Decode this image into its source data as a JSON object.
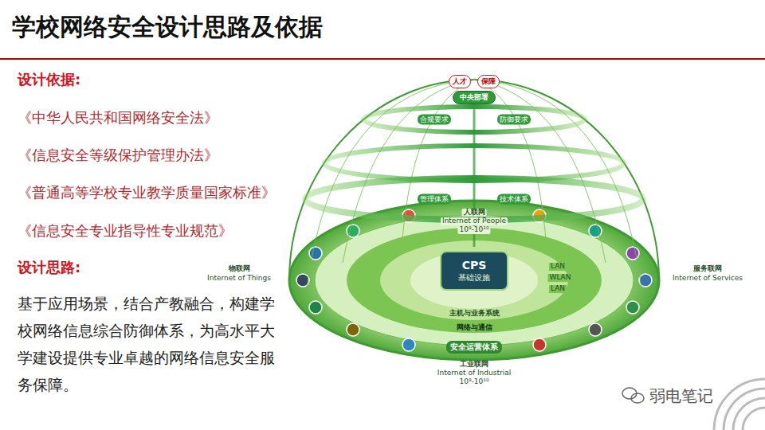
{
  "diagram": {
    "title": "学校网络安全设计思路及依据",
    "nodes": [
      {
        "text": [
          "人才"
        ]
      },
      {
        "text": [
          "保障"
        ]
      },
      {
        "text": [
          "中央部署"
        ]
      },
      {
        "text": [
          "CPS",
          "基础设施"
        ]
      }
    ],
    "labels": [
      "设计依据:",
      "《中华人民共和国网络安全法》",
      "《信息安全等级保护管理办法》",
      "《普通高等学校专业教学质量国家标准》",
      "《信息安全专业指导性专业规范》",
      "设计思路:",
      "基于应用场景，结合产教融合，构建学校网络信息综合防御体系，为高水平大学建设提供专业卓越的网络信息安全服务保障。",
      "合规要求",
      "防御要求",
      "管理体系",
      "技术体系",
      "人联网",
      "Internet of People",
      "10⁹-10¹⁰",
      "物联网",
      "Internet of Things",
      "服务联网",
      "Internet of Services",
      "主机与业务系统",
      "网络与通信",
      "安全运营体系",
      "工业联网",
      "Internet of Industrial",
      "10⁹-10¹⁰",
      "LAN",
      "WLAN",
      "LAN",
      "弱电笔记"
    ]
  }
}
